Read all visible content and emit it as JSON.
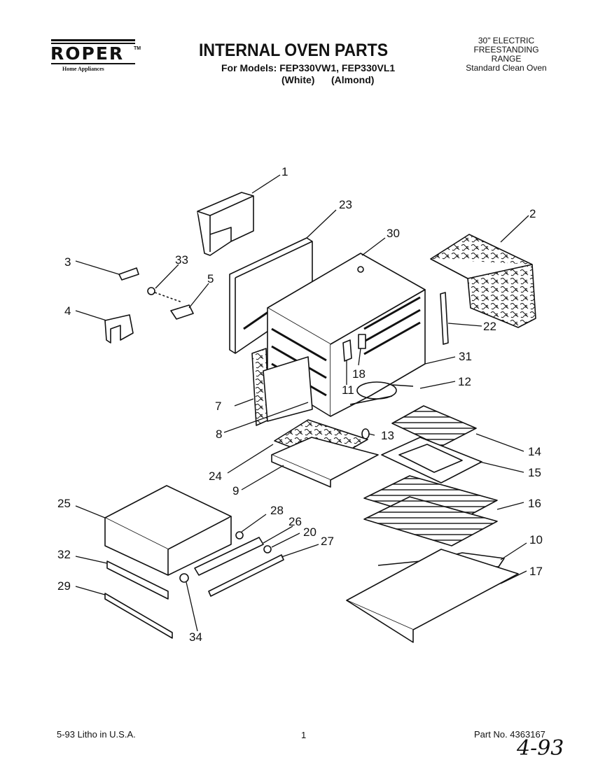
{
  "header": {
    "logo": {
      "brand": "ROPER",
      "trademark": "TM",
      "tagline": "Home Appliances"
    },
    "title": "INTERNAL OVEN PARTS",
    "models_line": "For Models: FEP330VW1, FEP330VL1",
    "colors_white": "(White)",
    "colors_almond": "(Almond)",
    "product": [
      "30\" ELECTRIC",
      "FREESTANDING",
      "RANGE",
      "Standard Clean Oven"
    ]
  },
  "callouts": [
    "1",
    "23",
    "30",
    "2",
    "3",
    "33",
    "5",
    "4",
    "22",
    "31",
    "18",
    "11",
    "12",
    "7",
    "13",
    "8",
    "14",
    "24",
    "15",
    "9",
    "16",
    "25",
    "28",
    "26",
    "20",
    "27",
    "10",
    "32",
    "17",
    "29",
    "34"
  ],
  "footer": {
    "date_litho": "5-93   Litho in U.S.A.",
    "page": "1",
    "part_no": "Part No. 4363167",
    "handwritten": "4-93"
  }
}
